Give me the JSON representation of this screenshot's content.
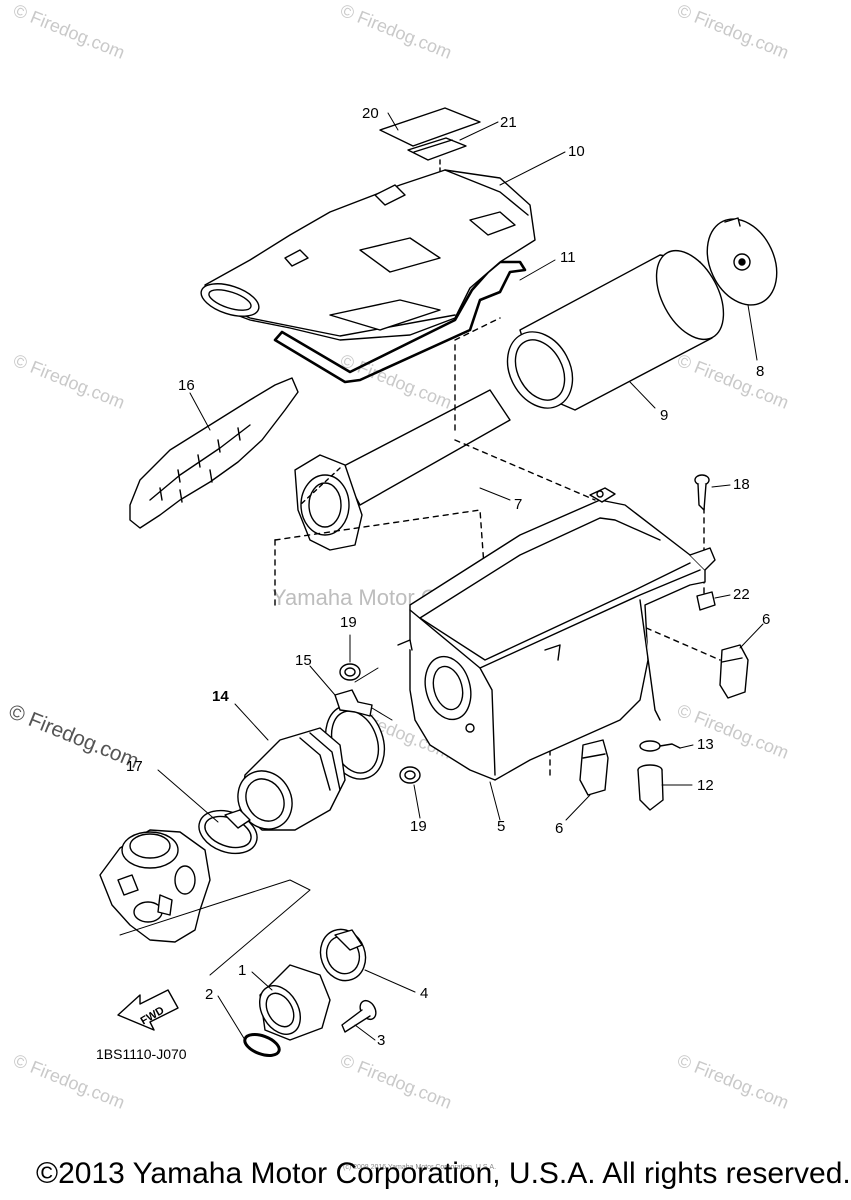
{
  "watermark_text": "© Firedog.com",
  "center_watermark": "Yamaha Motor Corp., U.S.A.",
  "side_watermark": "© Firedog.com",
  "part_labels": [
    "20",
    "21",
    "10",
    "11",
    "8",
    "16",
    "9",
    "18",
    "7",
    "22",
    "6",
    "19",
    "15",
    "14",
    "13",
    "12",
    "17",
    "19",
    "5",
    "6",
    "1",
    "2",
    "4",
    "3"
  ],
  "diagram_code": "1BS1110-J070",
  "fwd_label": "FWD",
  "copyright_tiny": "(c) 2008 2016 Yamaha Motor Corporation, U.S.A.",
  "footer": "©2013 Yamaha Motor Corporation, U.S.A. All rights reserved."
}
